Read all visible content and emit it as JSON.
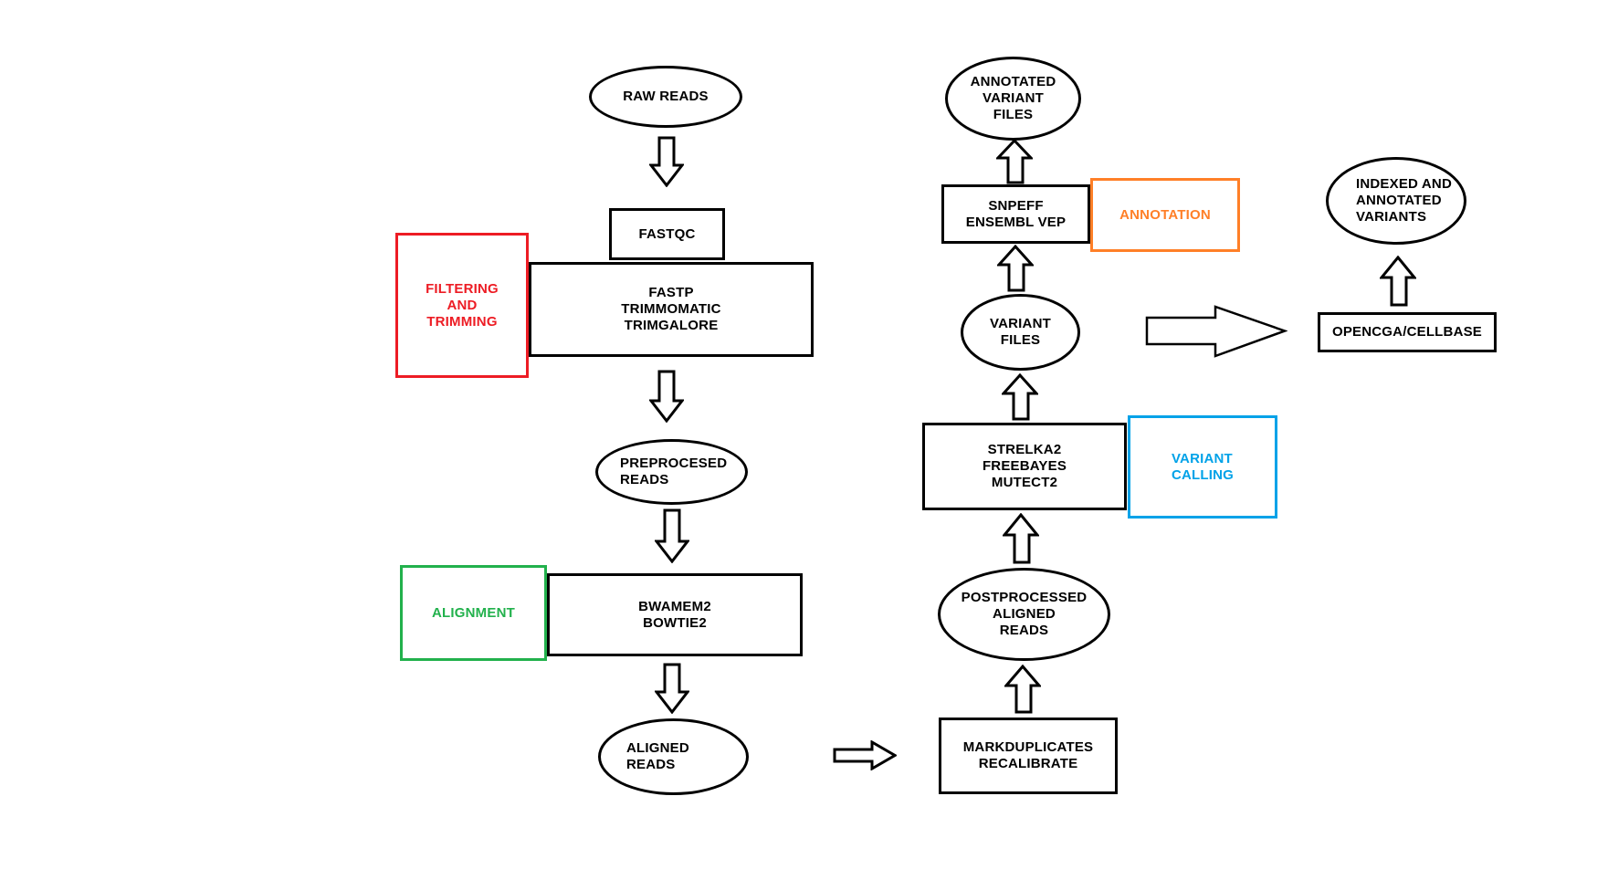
{
  "diagram": {
    "name": "variant-calling-bioinformatics-pipeline-flowchart",
    "colors": {
      "outline": "#000000",
      "background": "#ffffff",
      "filtering_red": "#ed1c24",
      "alignment_green": "#22b14c",
      "variant_calling_blue": "#00a2e8",
      "annotation_orange": "#ff7f27"
    },
    "ellipses": {
      "raw_reads": {
        "line1": "RAW READS"
      },
      "preprocesed_reads": {
        "line1": "PREPROCESED",
        "line2": "READS"
      },
      "aligned_reads": {
        "line1": "ALIGNED",
        "line2": "READS"
      },
      "postprocessed_reads": {
        "line1": "POSTPROCESSED",
        "line2": "ALIGNED",
        "line3": "READS"
      },
      "variant_files": {
        "line1": "VARIANT",
        "line2": "FILES"
      },
      "annotated_variant_files": {
        "line1": "ANNOTATED",
        "line2": "VARIANT",
        "line3": "FILES"
      },
      "indexed_annotated_variants": {
        "line1": "INDEXED AND",
        "line2": "ANNOTATED",
        "line3": "VARIANTS"
      }
    },
    "process_boxes": {
      "fastqc": {
        "line1": "FASTQC"
      },
      "trimming_tools": {
        "line1": "FASTP",
        "line2": "TRIMMOMATIC",
        "line3": "TRIMGALORE"
      },
      "alignment_tools": {
        "line1": "BWAMEM2",
        "line2": "BOWTIE2"
      },
      "postprocess_tools": {
        "line1": "MARKDUPLICATES",
        "line2": "RECALIBRATE"
      },
      "variant_calling_tools": {
        "line1": "STRELKA2",
        "line2": "FREEBAYES",
        "line3": "MUTECT2"
      },
      "annotation_tools": {
        "line1": "SNPEFF",
        "line2": "ENSEMBL VEP"
      },
      "storage_tools": {
        "line1": "OPENCGA/CELLBASE"
      }
    },
    "stage_labels": {
      "filtering_and_trimming": {
        "line1": "FILTERING",
        "line2": "AND",
        "line3": "TRIMMING",
        "color": "#ed1c24"
      },
      "alignment": {
        "line1": "ALIGNMENT",
        "color": "#22b14c"
      },
      "variant_calling": {
        "line1": "VARIANT",
        "line2": "CALLING",
        "color": "#00a2e8"
      },
      "annotation": {
        "line1": "ANNOTATION",
        "color": "#ff7f27"
      }
    },
    "arrows": [
      "down-arrow raw-reads-to-fastqc",
      "down-arrow trimming-to-preprocesed-reads",
      "down-arrow preprocesed-reads-to-alignment",
      "down-arrow alignment-to-aligned-reads",
      "right-arrow aligned-reads-to-markduplicates",
      "up-arrow markduplicates-to-postprocessed-reads",
      "up-arrow postprocessed-reads-to-variant-calling",
      "up-arrow variant-calling-to-variant-files",
      "up-arrow variant-files-to-annotation",
      "up-arrow annotation-to-annotated-variant-files",
      "right-arrow variant-files-to-opencga",
      "up-arrow opencga-to-indexed-variants"
    ]
  }
}
